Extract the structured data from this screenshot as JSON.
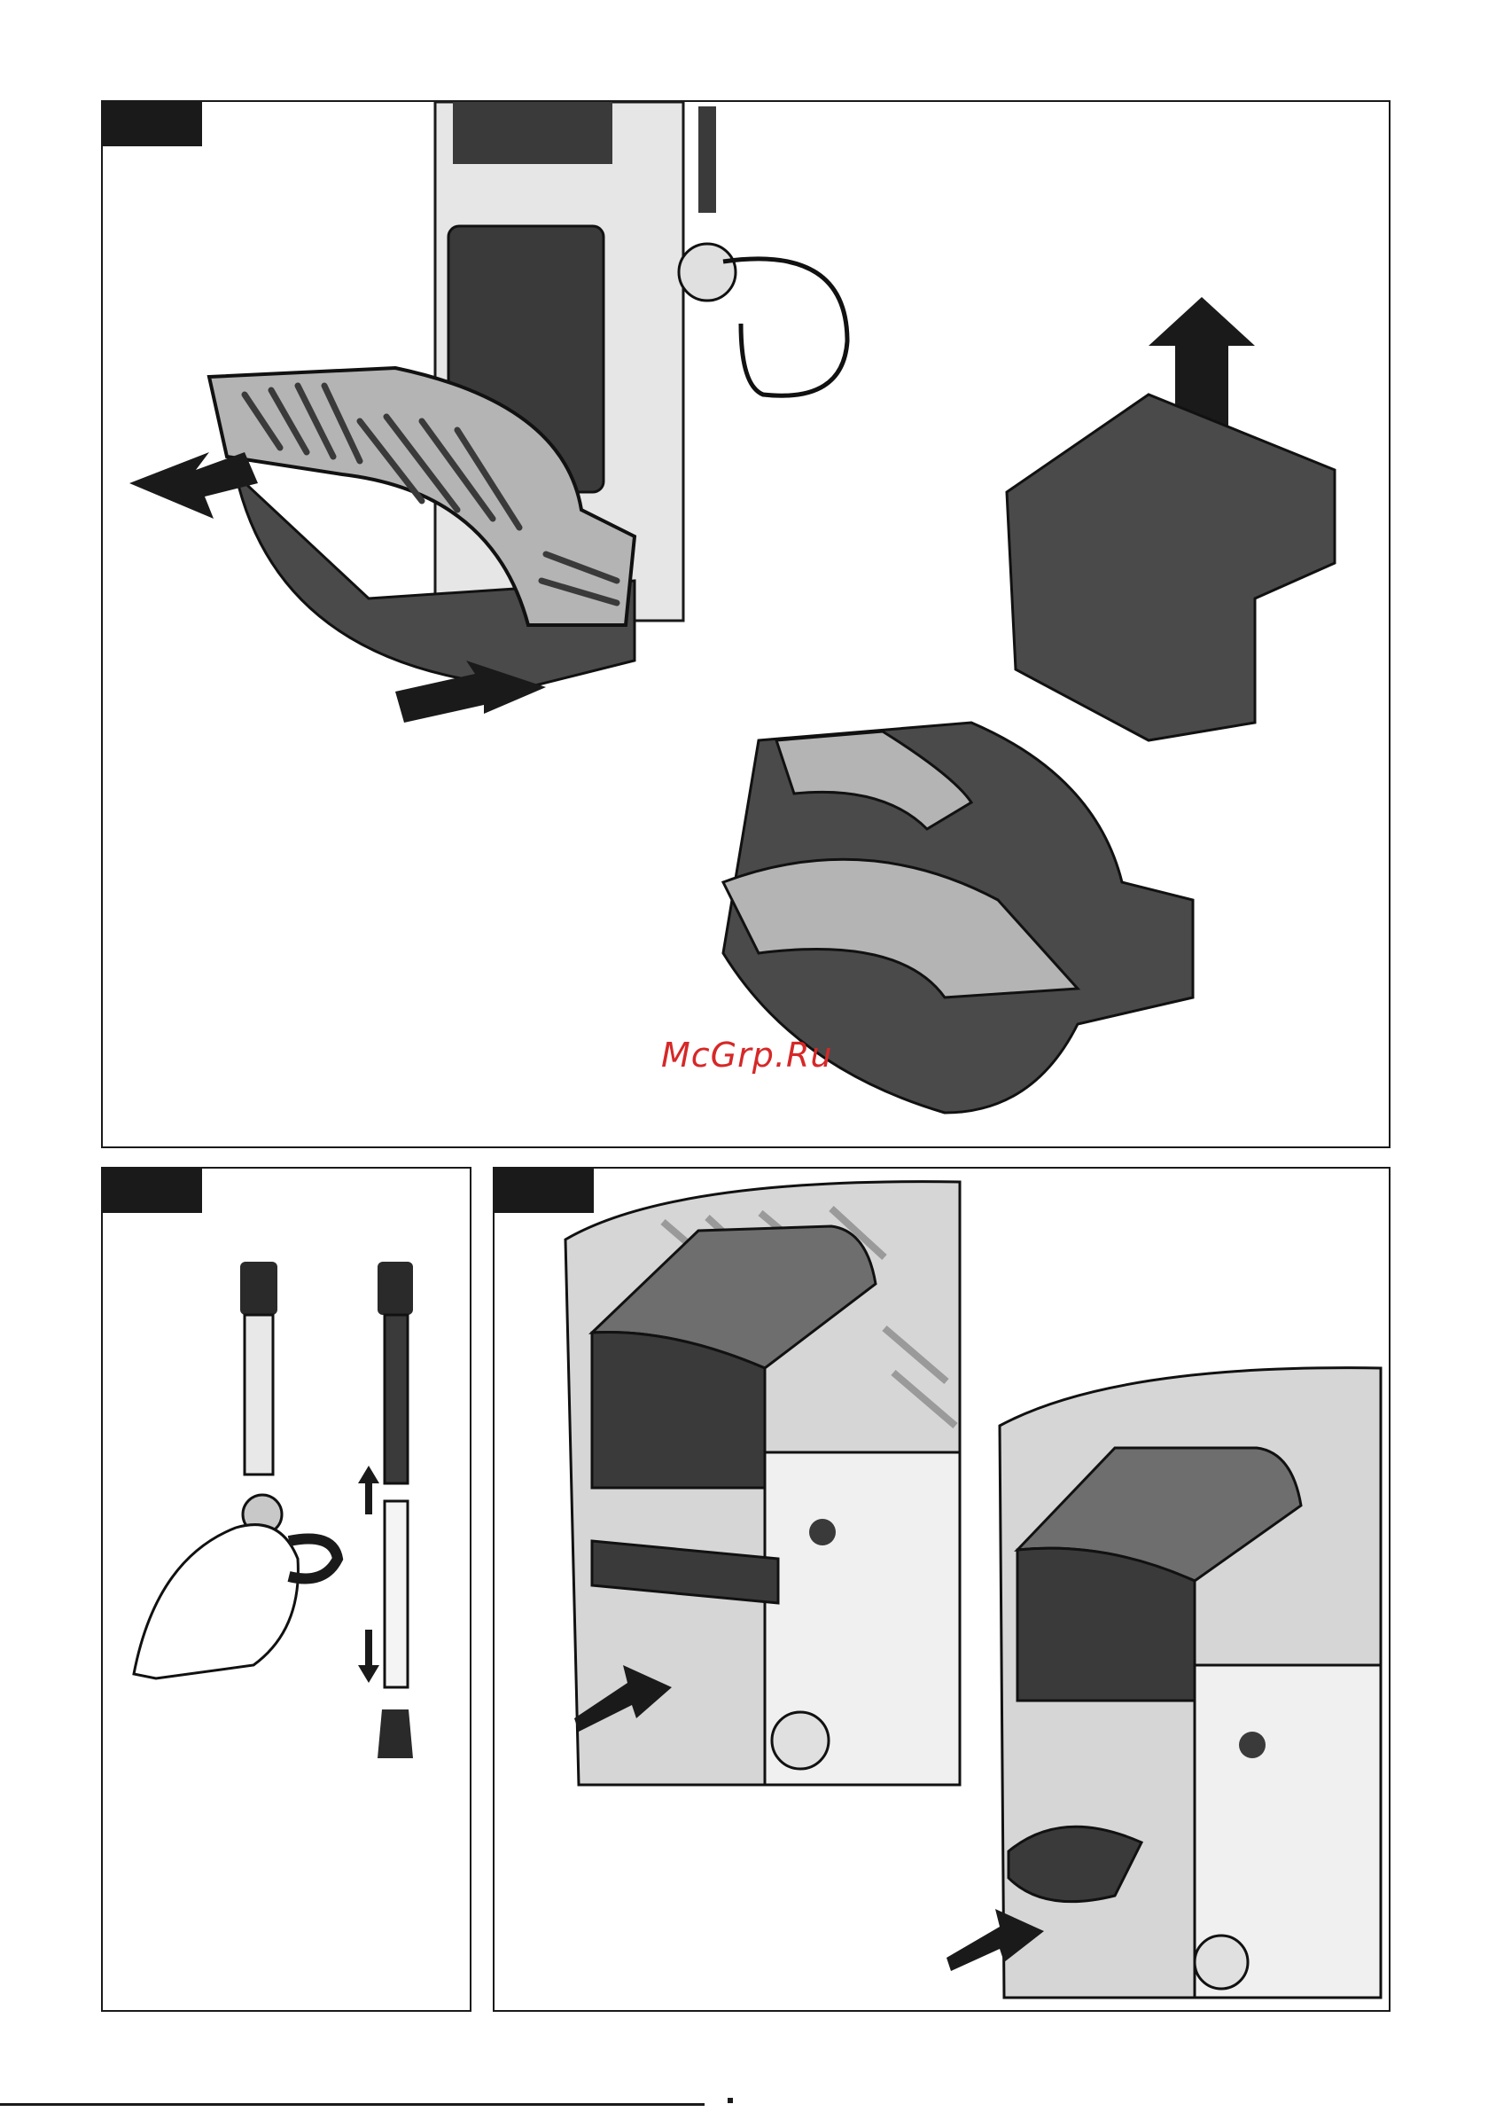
{
  "watermark": "McGrp.Ru",
  "figures": [
    {
      "id": "fig-a",
      "description_visible_text": ""
    },
    {
      "id": "fig-b",
      "description_visible_text": ""
    },
    {
      "id": "fig-c",
      "description_visible_text": ""
    }
  ],
  "colors": {
    "dark": "#3a3a3a",
    "mid": "#6e6e6e",
    "light": "#c8c8c8",
    "grate": "#b4b4b4",
    "white": "#f2f2f2",
    "accent": "#d62828"
  }
}
